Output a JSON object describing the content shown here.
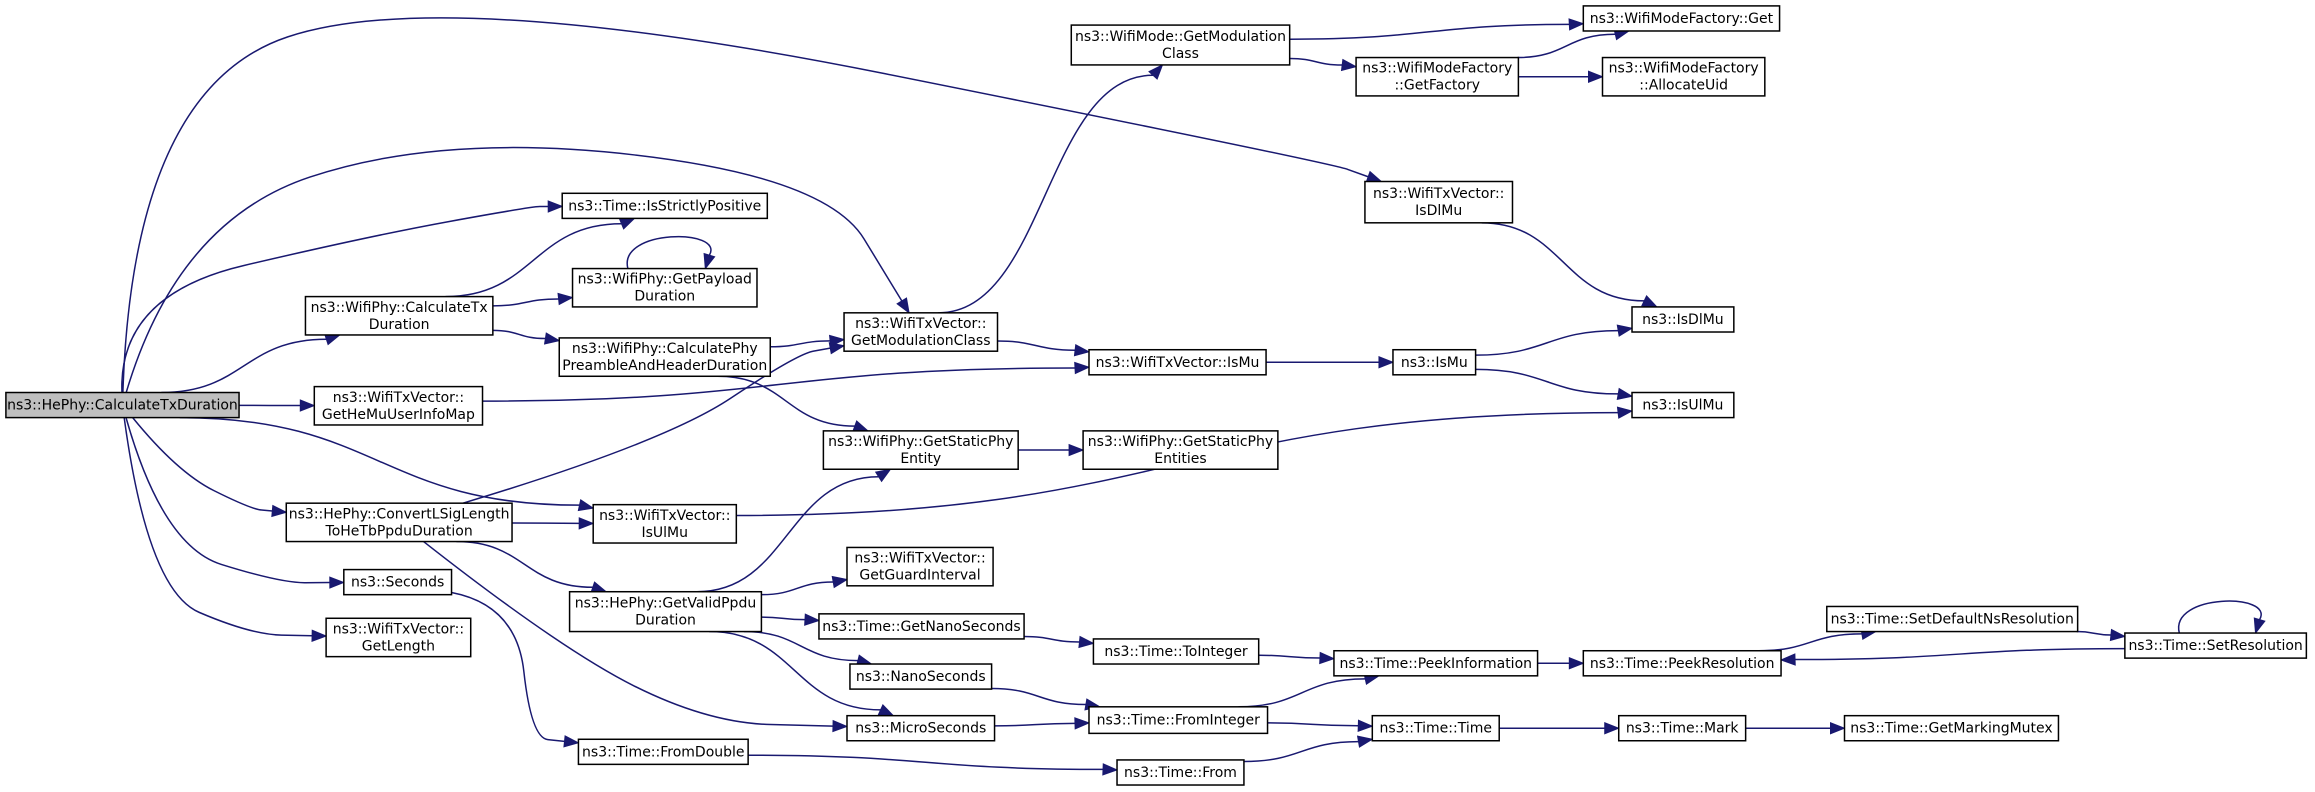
{
  "graph": {
    "nodes": [
      {
        "id": "root",
        "lines": [
          "ns3::HePhy::CalculateTxDuration"
        ],
        "root": true
      },
      {
        "id": "n1",
        "lines": [
          "ns3::WifiPhy::CalculateTx",
          "Duration"
        ]
      },
      {
        "id": "n2",
        "lines": [
          "ns3::WifiTxVector::",
          "GetHeMuUserInfoMap"
        ]
      },
      {
        "id": "n3",
        "lines": [
          "ns3::HePhy::ConvertLSigLength",
          "ToHeTbPpduDuration"
        ]
      },
      {
        "id": "n4",
        "lines": [
          "ns3::Seconds"
        ]
      },
      {
        "id": "n5",
        "lines": [
          "ns3::WifiTxVector::",
          "GetLength"
        ]
      },
      {
        "id": "n6",
        "lines": [
          "ns3::Time::IsStrictlyPositive"
        ]
      },
      {
        "id": "n7",
        "lines": [
          "ns3::WifiPhy::GetPayload",
          "Duration"
        ]
      },
      {
        "id": "n8",
        "lines": [
          "ns3::WifiPhy::CalculatePhy",
          "PreambleAndHeaderDuration"
        ]
      },
      {
        "id": "n9",
        "lines": [
          "ns3::WifiTxVector::",
          "IsUlMu"
        ]
      },
      {
        "id": "n10",
        "lines": [
          "ns3::HePhy::GetValidPpdu",
          "Duration"
        ]
      },
      {
        "id": "n11",
        "lines": [
          "ns3::Time::FromDouble"
        ]
      },
      {
        "id": "n12",
        "lines": [
          "ns3::WifiTxVector::",
          "GetModulationClass"
        ]
      },
      {
        "id": "n13",
        "lines": [
          "ns3::WifiPhy::GetStaticPhy",
          "Entity"
        ]
      },
      {
        "id": "n14",
        "lines": [
          "ns3::WifiTxVector::",
          "GetGuardInterval"
        ]
      },
      {
        "id": "n15",
        "lines": [
          "ns3::Time::GetNanoSeconds"
        ]
      },
      {
        "id": "n16",
        "lines": [
          "ns3::NanoSeconds"
        ]
      },
      {
        "id": "n17",
        "lines": [
          "ns3::MicroSeconds"
        ]
      },
      {
        "id": "n18",
        "lines": [
          "ns3::WifiMode::GetModulation",
          "Class"
        ]
      },
      {
        "id": "n19",
        "lines": [
          "ns3::WifiTxVector::IsMu"
        ]
      },
      {
        "id": "n20",
        "lines": [
          "ns3::WifiPhy::GetStaticPhy",
          "Entities"
        ]
      },
      {
        "id": "n21",
        "lines": [
          "ns3::Time::ToInteger"
        ]
      },
      {
        "id": "n22",
        "lines": [
          "ns3::Time::FromInteger"
        ]
      },
      {
        "id": "n23",
        "lines": [
          "ns3::Time::From"
        ]
      },
      {
        "id": "n24",
        "lines": [
          "ns3::WifiModeFactory",
          "::GetFactory"
        ]
      },
      {
        "id": "n25",
        "lines": [
          "ns3::WifiModeFactory::Get"
        ]
      },
      {
        "id": "n26",
        "lines": [
          "ns3::WifiModeFactory",
          "::AllocateUid"
        ]
      },
      {
        "id": "n27",
        "lines": [
          "ns3::WifiTxVector::",
          "IsDlMu"
        ]
      },
      {
        "id": "n28",
        "lines": [
          "ns3::IsMu"
        ]
      },
      {
        "id": "n29",
        "lines": [
          "ns3::Time::PeekInformation"
        ]
      },
      {
        "id": "n30",
        "lines": [
          "ns3::Time::Time"
        ]
      },
      {
        "id": "n31",
        "lines": [
          "ns3::IsDlMu"
        ]
      },
      {
        "id": "n32",
        "lines": [
          "ns3::IsUlMu"
        ]
      },
      {
        "id": "n33",
        "lines": [
          "ns3::Time::PeekResolution"
        ]
      },
      {
        "id": "n34",
        "lines": [
          "ns3::Time::Mark"
        ]
      },
      {
        "id": "n35",
        "lines": [
          "ns3::Time::SetDefaultNsResolution"
        ]
      },
      {
        "id": "n36",
        "lines": [
          "ns3::Time::SetResolution"
        ]
      },
      {
        "id": "n37",
        "lines": [
          "ns3::Time::GetMarkingMutex"
        ]
      }
    ],
    "edges": [
      [
        "root",
        "n1"
      ],
      [
        "root",
        "n2"
      ],
      [
        "root",
        "n3"
      ],
      [
        "root",
        "n4"
      ],
      [
        "root",
        "n5"
      ],
      [
        "root",
        "n6"
      ],
      [
        "root",
        "n9"
      ],
      [
        "root",
        "n12"
      ],
      [
        "root",
        "n27"
      ],
      [
        "n1",
        "n6"
      ],
      [
        "n1",
        "n7"
      ],
      [
        "n1",
        "n8"
      ],
      [
        "n2",
        "n19"
      ],
      [
        "n3",
        "n9"
      ],
      [
        "n3",
        "n10"
      ],
      [
        "n3",
        "n12"
      ],
      [
        "n3",
        "n17"
      ],
      [
        "n4",
        "n11"
      ],
      [
        "n7",
        "n7"
      ],
      [
        "n8",
        "n12"
      ],
      [
        "n8",
        "n13"
      ],
      [
        "n9",
        "n32"
      ],
      [
        "n10",
        "n13"
      ],
      [
        "n10",
        "n14"
      ],
      [
        "n10",
        "n15"
      ],
      [
        "n10",
        "n16"
      ],
      [
        "n10",
        "n17"
      ],
      [
        "n11",
        "n23"
      ],
      [
        "n12",
        "n18"
      ],
      [
        "n12",
        "n19"
      ],
      [
        "n13",
        "n20"
      ],
      [
        "n15",
        "n21"
      ],
      [
        "n16",
        "n22"
      ],
      [
        "n17",
        "n22"
      ],
      [
        "n18",
        "n24"
      ],
      [
        "n18",
        "n25"
      ],
      [
        "n19",
        "n28"
      ],
      [
        "n21",
        "n29"
      ],
      [
        "n22",
        "n29"
      ],
      [
        "n22",
        "n30"
      ],
      [
        "n23",
        "n30"
      ],
      [
        "n24",
        "n25"
      ],
      [
        "n24",
        "n26"
      ],
      [
        "n27",
        "n31"
      ],
      [
        "n28",
        "n31"
      ],
      [
        "n28",
        "n32"
      ],
      [
        "n29",
        "n33"
      ],
      [
        "n30",
        "n34"
      ],
      [
        "n33",
        "n35"
      ],
      [
        "n34",
        "n37"
      ],
      [
        "n35",
        "n36"
      ],
      [
        "n36",
        "n33"
      ],
      [
        "n36",
        "n36"
      ]
    ]
  }
}
